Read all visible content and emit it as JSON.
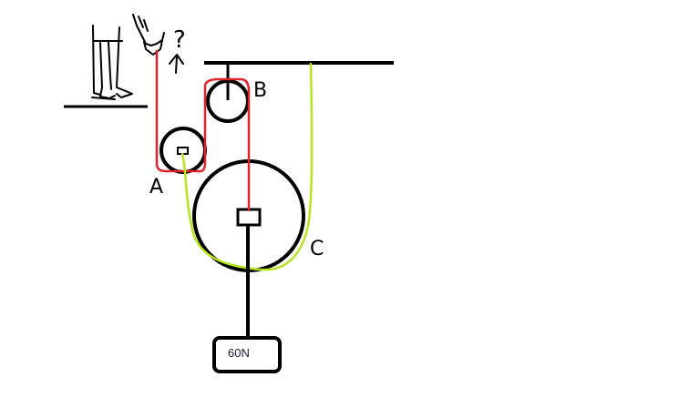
{
  "labels": {
    "pulley_a": "A",
    "pulley_b": "B",
    "pulley_c": "C",
    "question": "?",
    "pull_arrow": "↑"
  },
  "load": {
    "text": "60N"
  },
  "colors": {
    "outline": "#000000",
    "red_rope": "#e0242b",
    "green_rope": "#b5e61d",
    "background": "#ffffff"
  }
}
